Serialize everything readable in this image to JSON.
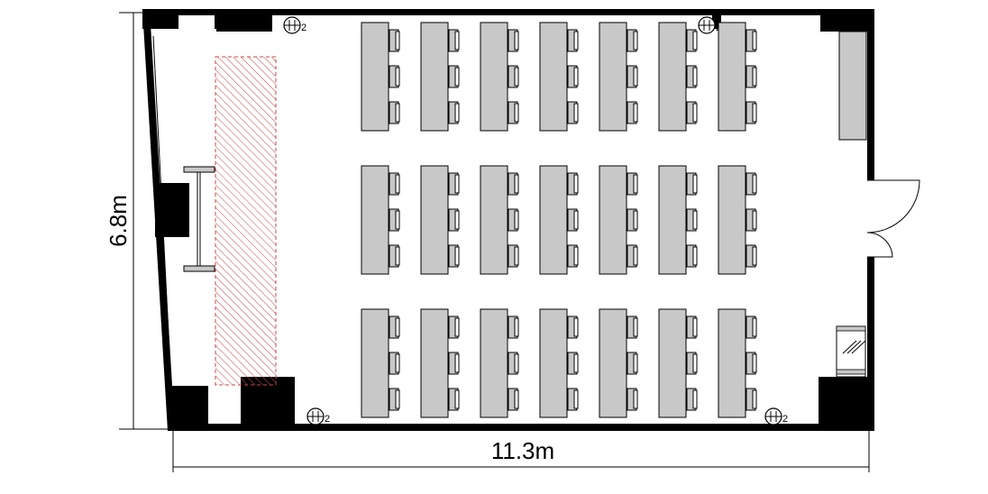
{
  "floor_plan": {
    "width_label": "11.3m",
    "height_label": "6.8m",
    "outlet_label": "2",
    "seating": {
      "blocks": 3,
      "tables_per_block": 7,
      "chairs_per_table": 3
    },
    "colors": {
      "wall": "#000000",
      "furniture_fill": "#c8c8c8",
      "stage_hatch": "#c84848",
      "line": "#000000"
    }
  }
}
